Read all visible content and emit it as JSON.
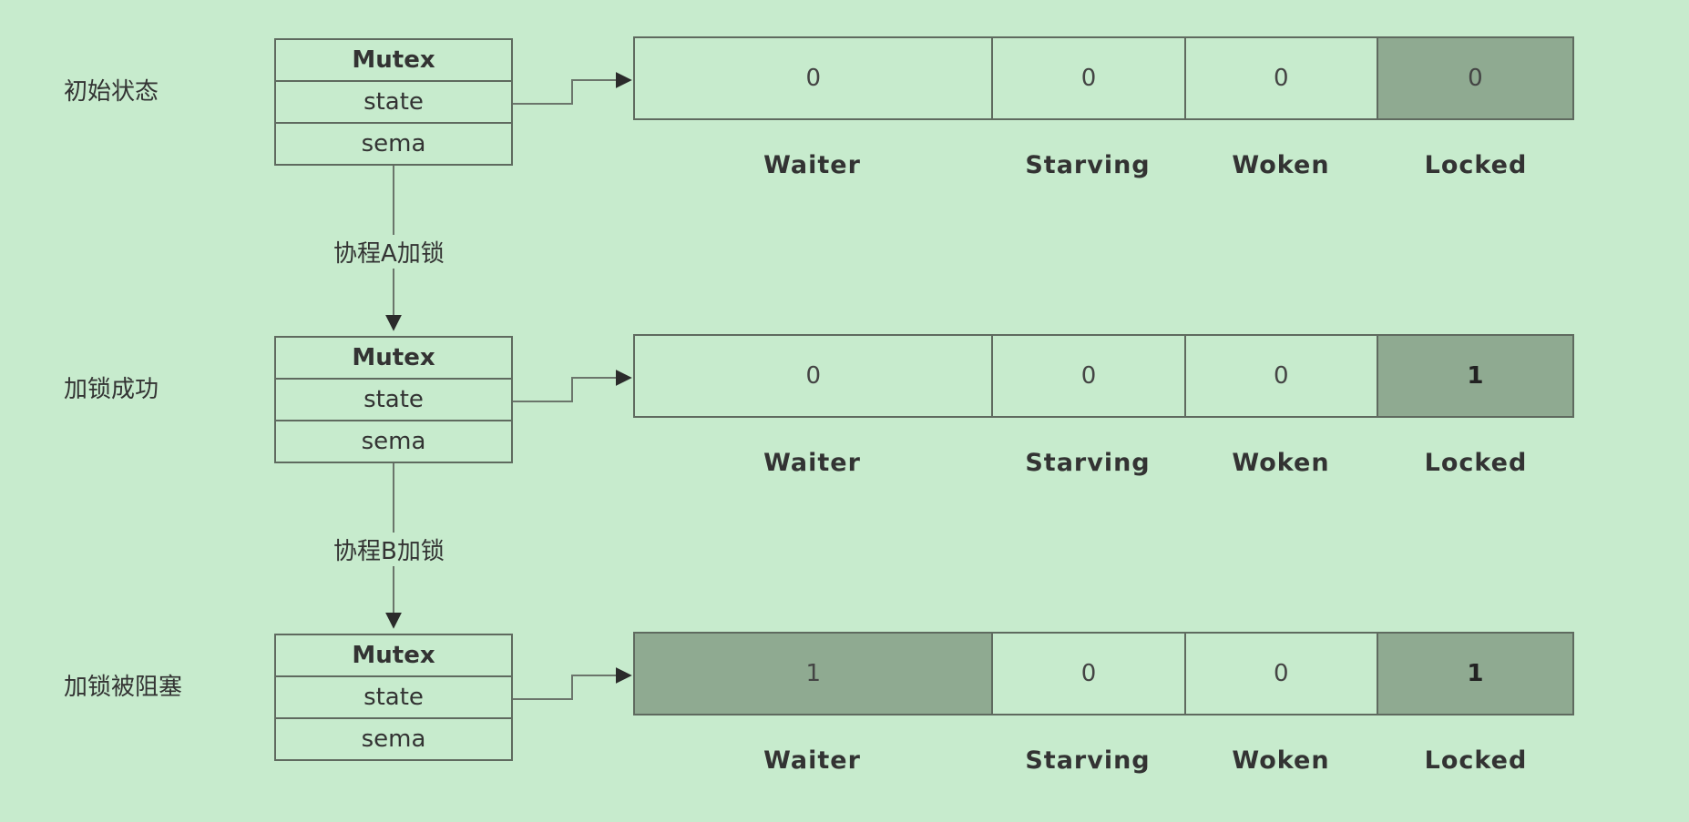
{
  "rows": [
    {
      "label": "初始状态",
      "mutex": {
        "title": "Mutex",
        "field1": "state",
        "field2": "sema"
      },
      "bits": [
        {
          "value": "0",
          "on": false,
          "bold": false
        },
        {
          "value": "0",
          "on": false,
          "bold": false
        },
        {
          "value": "0",
          "on": false,
          "bold": false
        },
        {
          "value": "0",
          "on": true,
          "bold": false
        }
      ],
      "bit_labels": [
        "Waiter",
        "Starving",
        "Woken",
        "Locked"
      ]
    },
    {
      "label": "加锁成功",
      "mutex": {
        "title": "Mutex",
        "field1": "state",
        "field2": "sema"
      },
      "bits": [
        {
          "value": "0",
          "on": false,
          "bold": false
        },
        {
          "value": "0",
          "on": false,
          "bold": false
        },
        {
          "value": "0",
          "on": false,
          "bold": false
        },
        {
          "value": "1",
          "on": true,
          "bold": true
        }
      ],
      "bit_labels": [
        "Waiter",
        "Starving",
        "Woken",
        "Locked"
      ]
    },
    {
      "label": "加锁被阻塞",
      "mutex": {
        "title": "Mutex",
        "field1": "state",
        "field2": "sema"
      },
      "bits": [
        {
          "value": "1",
          "on": true,
          "bold": false
        },
        {
          "value": "0",
          "on": false,
          "bold": false
        },
        {
          "value": "0",
          "on": false,
          "bold": false
        },
        {
          "value": "1",
          "on": true,
          "bold": true
        }
      ],
      "bit_labels": [
        "Waiter",
        "Starving",
        "Woken",
        "Locked"
      ]
    }
  ],
  "transitions": [
    "协程A加锁",
    "协程B加锁"
  ],
  "colors": {
    "background": "#c7ebcd",
    "set_bit": "#8faa91",
    "border": "#5f6a5f"
  }
}
